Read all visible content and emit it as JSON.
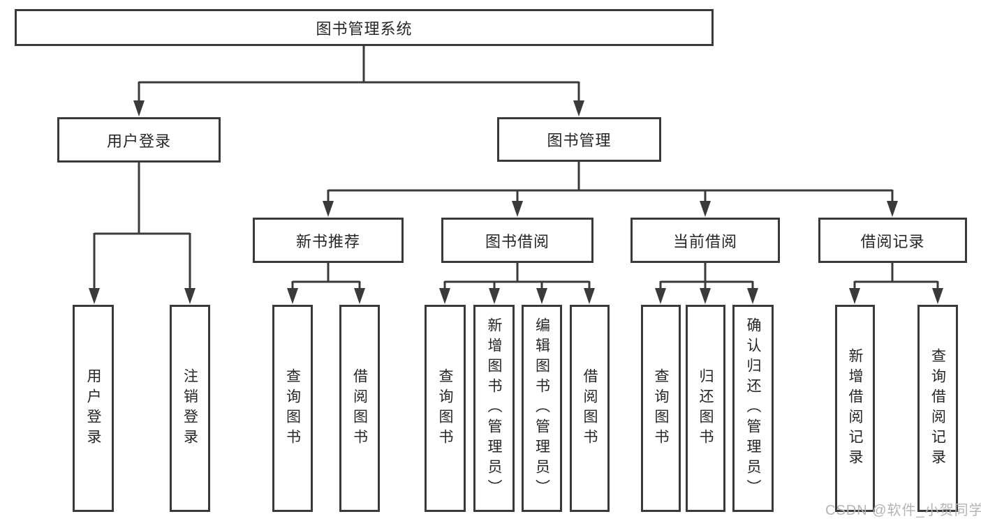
{
  "colors": {
    "line": "#3a3a3a",
    "text": "#262626",
    "watermark": "#b5b5b5",
    "background": "#ffffff"
  },
  "nodes": {
    "root": {
      "label": "图书管理系统"
    },
    "user_login": {
      "label": "用户登录"
    },
    "book_mgmt": {
      "label": "图书管理"
    },
    "new_book_rec": {
      "label": "新书推荐"
    },
    "book_borrow": {
      "label": "图书借阅"
    },
    "current_borrow": {
      "label": "当前借阅"
    },
    "borrow_records": {
      "label": "借阅记录"
    },
    "ul_login": {
      "label": "用户登录"
    },
    "ul_logout": {
      "label": "注销登录"
    },
    "nr_query_book": {
      "label": "查询图书"
    },
    "nr_borrow_book": {
      "label": "借阅图书"
    },
    "bb_query_book": {
      "label": "查询图书"
    },
    "bb_add_book": {
      "label": "新增图书（管理员）"
    },
    "bb_edit_book": {
      "label": "编辑图书（管理员）"
    },
    "bb_borrow_book": {
      "label": "借阅图书"
    },
    "cb_query_book": {
      "label": "查询图书"
    },
    "cb_return_book": {
      "label": "归还图书"
    },
    "cb_confirm_return": {
      "label": "确认归还（管理员）"
    },
    "br_add_record": {
      "label": "新增借阅记录"
    },
    "br_query_record": {
      "label": "查询借阅记录"
    }
  },
  "watermark": "CSDN @软件_小贺同学"
}
